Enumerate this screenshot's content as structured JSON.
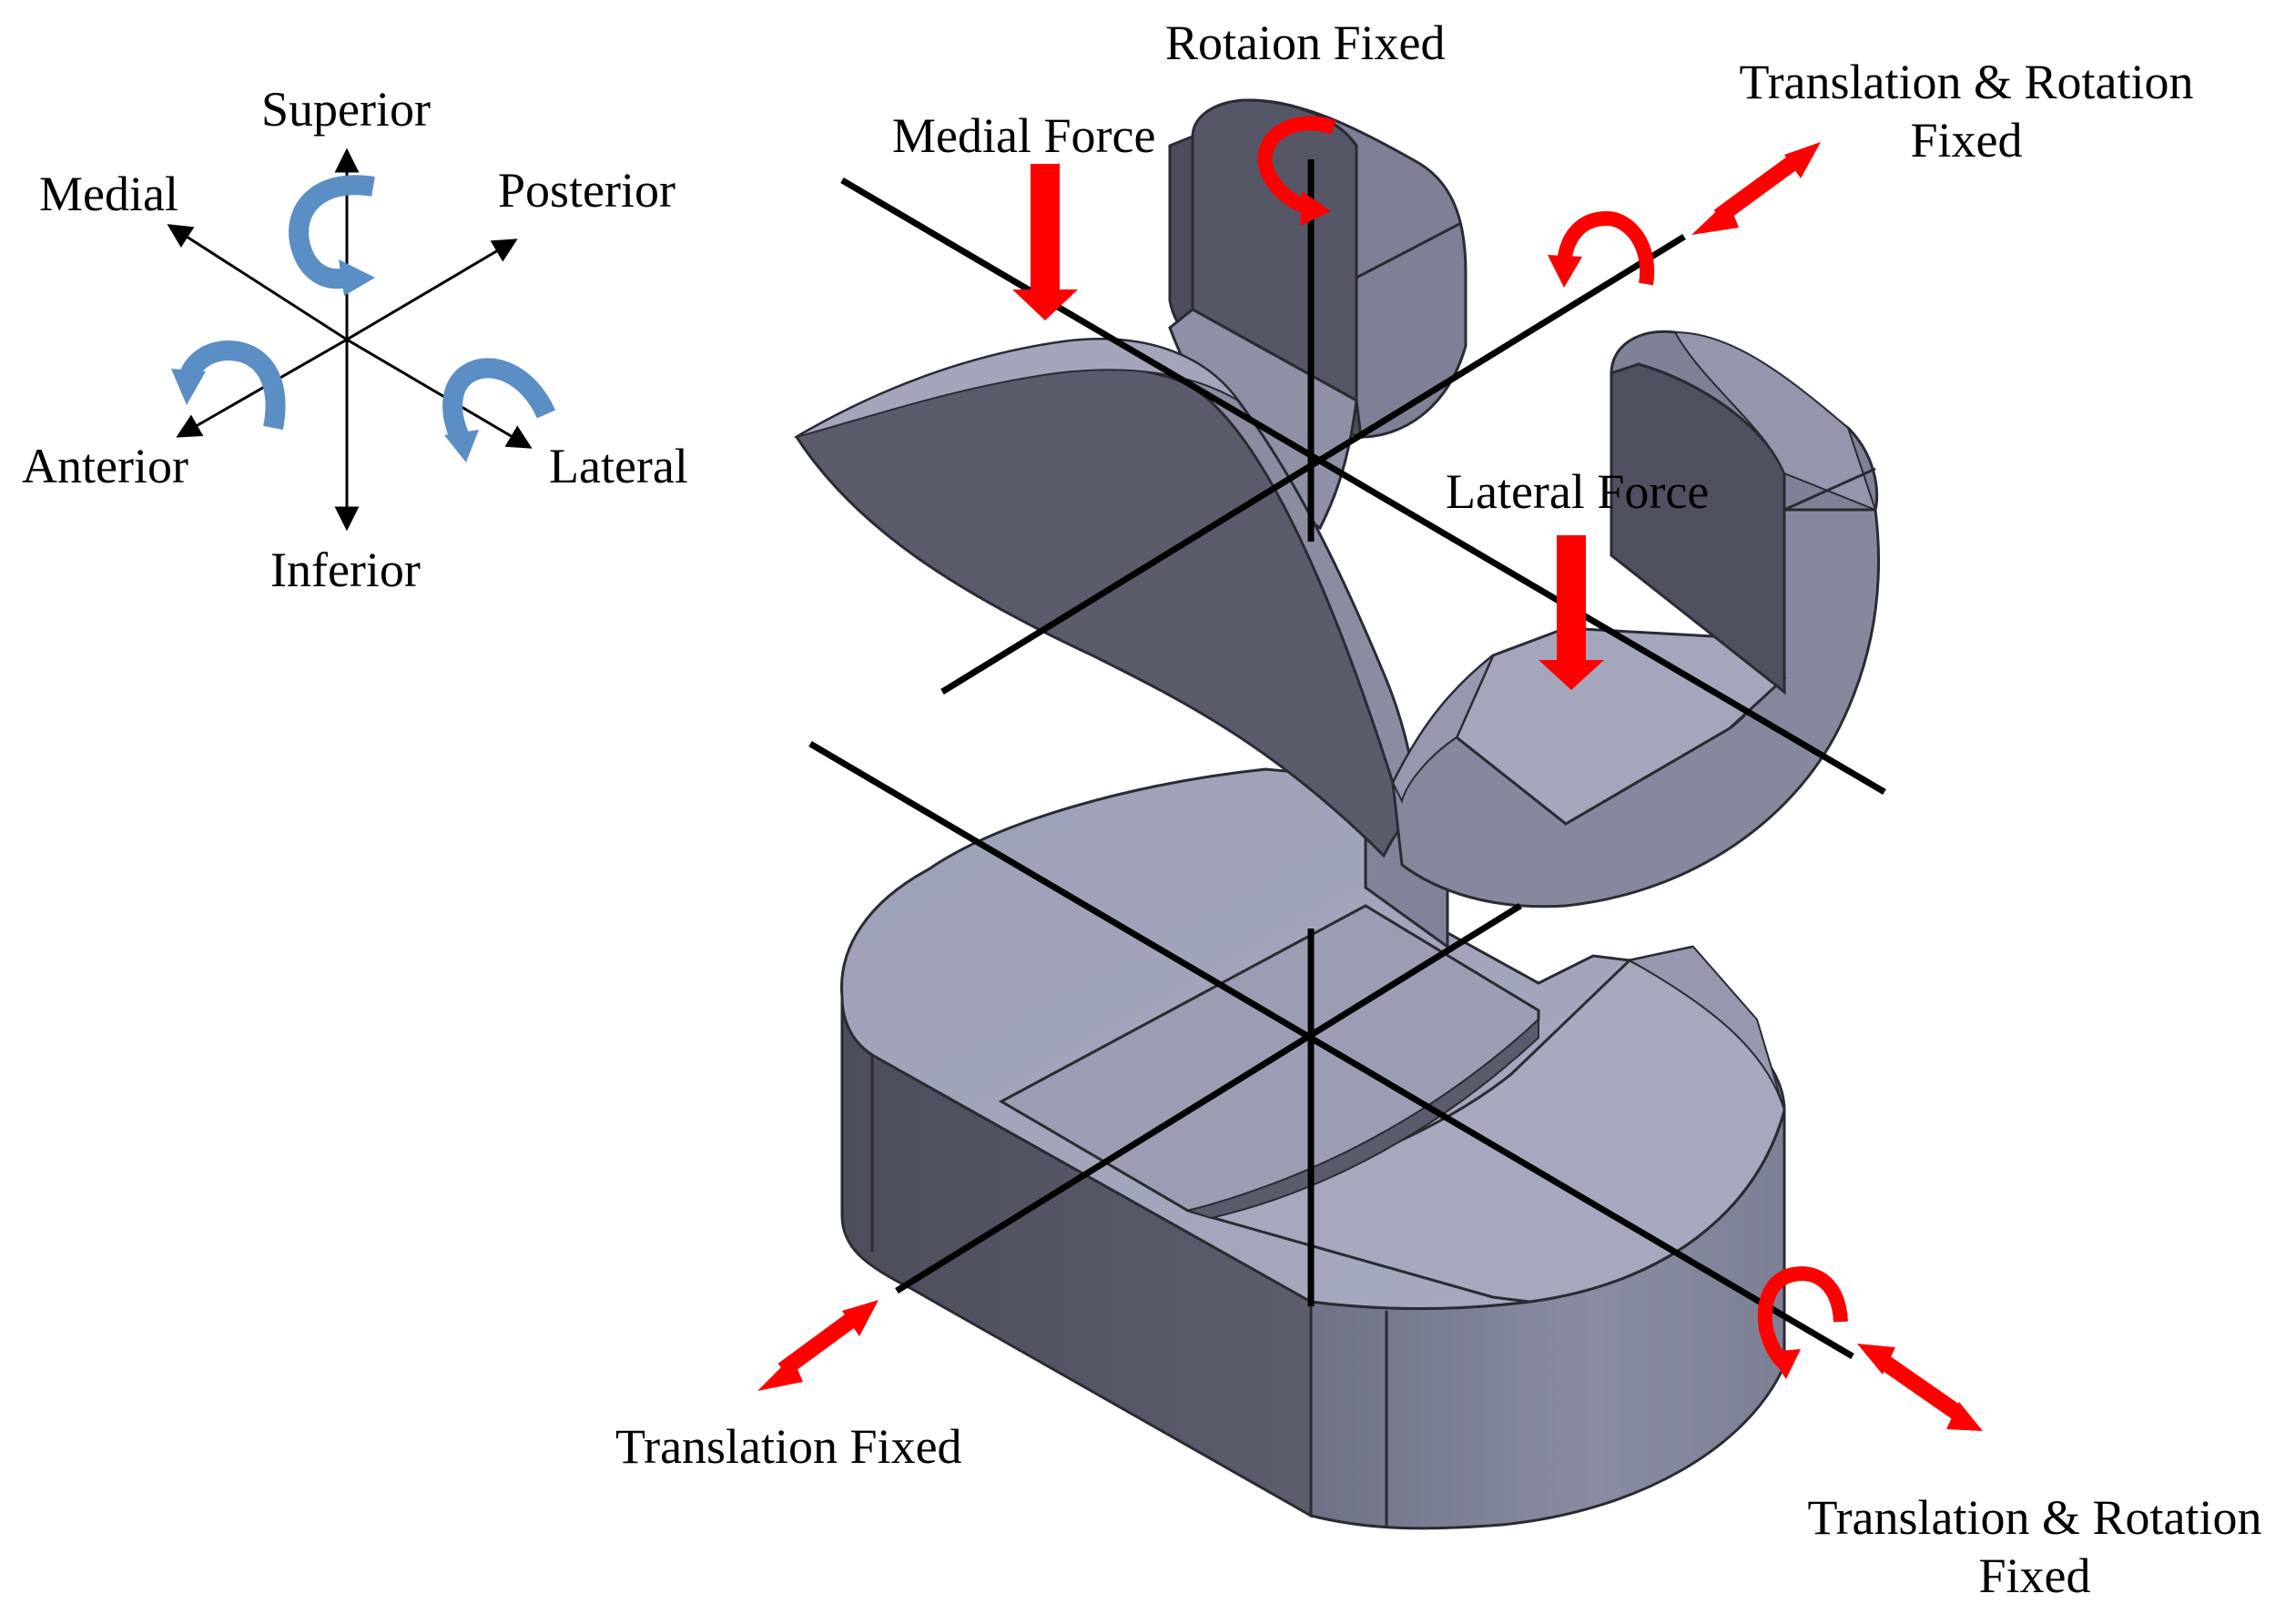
{
  "colors": {
    "background": "#ffffff",
    "body_face_light": "#a3a6bb",
    "body_face_mid": "#8b8ea3",
    "body_face_dark": "#555766",
    "body_edge": "#2a2b33",
    "axis_line": "#000000",
    "load_arrow": "#ff0000",
    "orientation_arrow": "#5b8ec4"
  },
  "orientation": {
    "superior": "Superior",
    "posterior": "Posterior",
    "medial": "Medial",
    "anterior": "Anterior",
    "lateral": "Lateral",
    "inferior": "Inferior",
    "icons": [
      "rotation-arrow-icon",
      "rotation-arrow-icon",
      "rotation-arrow-icon"
    ]
  },
  "labels": {
    "rotation_fixed": "Rotaion Fixed",
    "medial_force": "Medial Force",
    "trans_rot_top_line1": "Translation  & Rotation",
    "trans_rot_top_line2": "Fixed",
    "lateral_force": "Lateral Force",
    "translation_fixed": "Translation  Fixed",
    "trans_rot_bottom_line1": "Translation  & Rotation",
    "trans_rot_bottom_line2": "Fixed"
  },
  "icons": {
    "force": "down-arrow-icon",
    "translation": "double-arrow-icon",
    "rotation": "curved-arrow-icon"
  }
}
